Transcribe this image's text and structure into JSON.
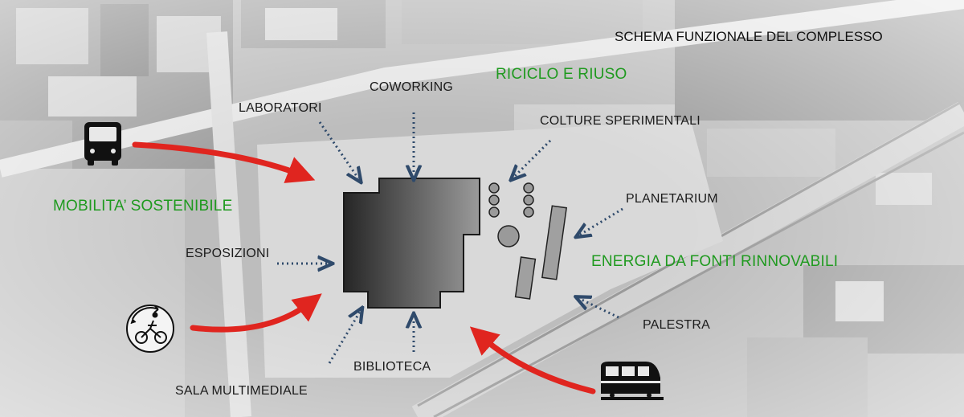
{
  "title": "SCHEMA FUNZIONALE DEL COMPLESSO",
  "colors": {
    "accent_green": "#1f9a1f",
    "arrow_red": "#e0251f",
    "dotted_blue": "#2f4a6b",
    "building_dark": "#2a2a2a",
    "building_light": "#8a8a8a"
  },
  "themes": {
    "riciclo": "RICICLO E RIUSO",
    "mobilita": "MOBILITA’ SOSTENIBILE",
    "energia": "ENERGIA DA FONTI RINNOVABILI"
  },
  "functions": {
    "laboratori": "LABORATORI",
    "coworking": "COWORKING",
    "colture": "COLTURE SPERIMENTALI",
    "planetarium": "PLANETARIUM",
    "esposizioni": "ESPOSIZIONI",
    "palestra": "PALESTRA",
    "biblioteca": "BIBLIOTECA",
    "sala": "SALA MULTIMEDIALE"
  },
  "icons": {
    "bus": "bus-icon",
    "bike": "bike-icon",
    "train": "train-icon"
  }
}
